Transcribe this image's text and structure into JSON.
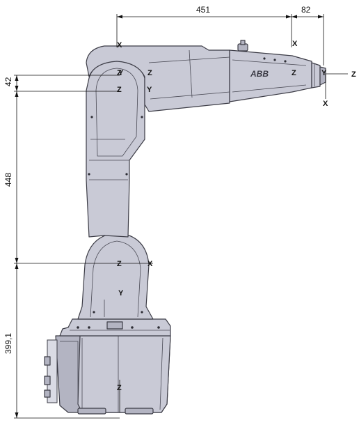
{
  "dimensions": {
    "top_left": "451",
    "top_right": "82",
    "left_top": "42",
    "left_middle": "448",
    "left_bottom": "399,1"
  },
  "axis_labels": {
    "x": "X",
    "y": "Y",
    "z": "Z"
  },
  "logo": "ABB",
  "colors": {
    "robot_body": "#c9cad6",
    "robot_outline": "#3c3c46",
    "dimension_lines": "#111111"
  }
}
